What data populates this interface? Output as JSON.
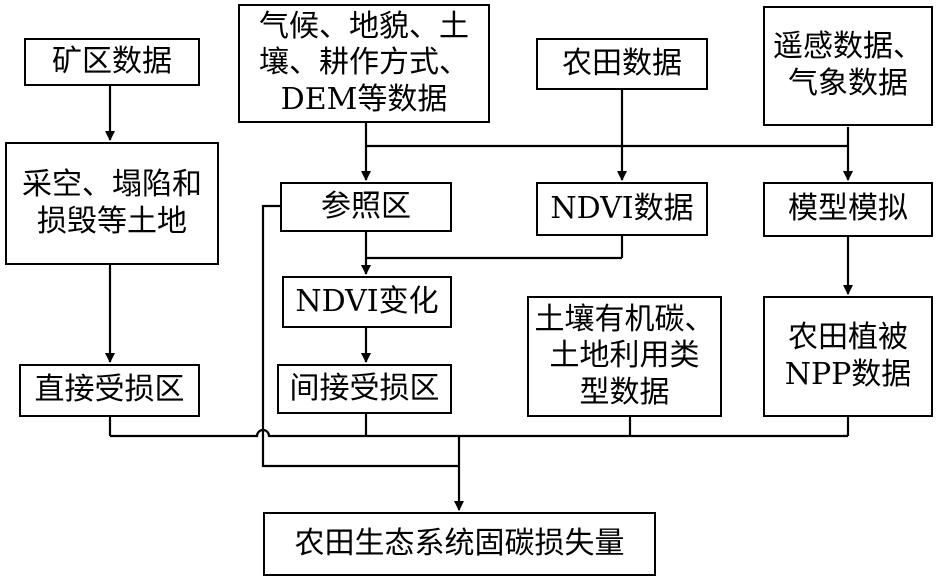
{
  "nodes": {
    "mine_data": "矿区数据",
    "climate_data": "气候、地貌、土\n壤、耕作方式、\nDEM等数据",
    "farmland_data": "农田数据",
    "remote_data": "遥感数据、\n气象数据",
    "subsidence_land": "采空、塌陷和\n损毁等土地",
    "reference_area": "参照区",
    "ndvi_data": "NDVI数据",
    "model_simulation": "模型模拟",
    "ndvi_change": "NDVI变化",
    "soil_data": "土壤有机碳、\n土地利用类\n型数据",
    "npp_data": "农田植被\nNPP数据",
    "direct_damage": "直接受损区",
    "indirect_damage": "间接受损区",
    "carbon_loss": "农田生态系统固碳损失量"
  }
}
